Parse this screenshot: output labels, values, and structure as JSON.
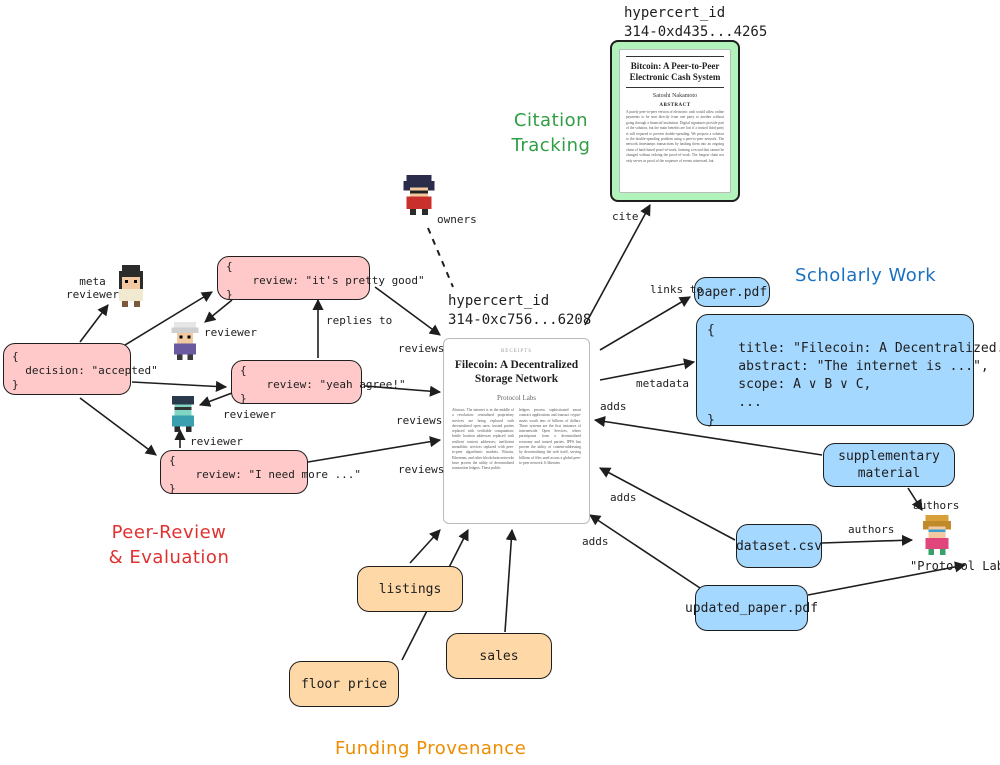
{
  "sections": {
    "citation": "Citation\nTracking",
    "scholarly": "Scholarly Work",
    "peer_review": "Peer-Review\n& Evaluation",
    "funding": "Funding Provenance"
  },
  "colors": {
    "citation": "#2f9e44",
    "scholarly": "#1971c2",
    "peer_review": "#e03131",
    "funding": "#f08c00"
  },
  "main_hypercert": {
    "label": "hypercert_id",
    "id": "314-0xc756...6208"
  },
  "cited_hypercert": {
    "label": "hypercert_id",
    "id": "314-0xd435...4265"
  },
  "main_paper": {
    "kicker": "RECEIPTS",
    "title": "Filecoin: A Decentralized\nStorage Network",
    "author": "Protocol Labs",
    "abstract_left": "Abstract. The internet is in the middle of a revolution: centralized proprietary services are being replaced with decentralized open ones; trusted parties replaced with verifiable computation; brittle location addresses replaced with resilient content addresses; inefficient monolithic services replaced with peer-to-peer algorithmic markets. Bitcoin, Ethereum, and other blockchain networks have proven the utility of decentralized transaction ledgers. These public",
    "abstract_right": "ledgers process sophisticated smart contract applications and transact crypto-assets worth tens of billions of dollars. These systems are the first instances of internetwide Open Services, where participants form a decentralized economy and trusted parties, IPFS has proven the utility of content-addressing by decentralizing the web itself, serving billions of files used across a global peer-to-peer network. It liberates"
  },
  "cited_paper": {
    "title": "Bitcoin: A Peer-to-Peer\nElectronic Cash System",
    "author": "Satoshi Nakamoto",
    "heading": "ABSTRACT",
    "abstract": "A purely peer-to-peer version of electronic cash would allow online payments to be sent directly from one party to another without going through a financial institution. Digital signatures provide part of the solution, but the main benefits are lost if a trusted third party is still required to prevent double-spending. We propose a solution to the double-spending problem using a peer-to-peer network. The network timestamps transactions by hashing them into an ongoing chain of hash-based proof-of-work, forming a record that cannot be changed without redoing the proof-of-work. The longest chain not only serves as proof of the sequence of events witnessed, but"
  },
  "nodes": {
    "decision": "{\n  decision: \"accepted\"\n}",
    "review1": "{\n    review: \"it's pretty good\"\n}",
    "review2": "{\n    review: \"yeah agree!\"\n}",
    "review3": "{\n    review: \"I need more ...\"\n}",
    "paper_pdf": "paper.pdf",
    "metadata": "{\n    title: \"Filecoin: A Decentralized...\",\n    abstract: \"The internet is ...\",\n    scope: A ∨ B ∨ C,\n    ...\n}",
    "supplementary": "supplementary\nmaterial",
    "dataset": "dataset.csv",
    "updated_paper": "updated_paper.pdf",
    "listings": "listings",
    "floor_price": "floor price",
    "sales": "sales"
  },
  "edge_labels": {
    "meta_reviewer": "meta\nreviewer",
    "reviewer1": "reviewer",
    "reviewer2": "reviewer",
    "reviewer3": "reviewer",
    "replies_to": "replies to",
    "reviews1": "reviews",
    "reviews2": "reviews",
    "reviews3": "reviews",
    "owners": "owners",
    "cite": "cite",
    "links_to": "links to",
    "metadata": "metadata",
    "adds1": "adds",
    "adds2": "adds",
    "adds3": "adds",
    "authors1": "authors",
    "authors2": "authors",
    "protocol_labs": "\"Protocol Labs\""
  },
  "icons": [
    "meta-reviewer-avatar-icon",
    "reviewer-avatar-icon",
    "owner-avatar-icon",
    "protocol-labs-avatar-icon"
  ]
}
